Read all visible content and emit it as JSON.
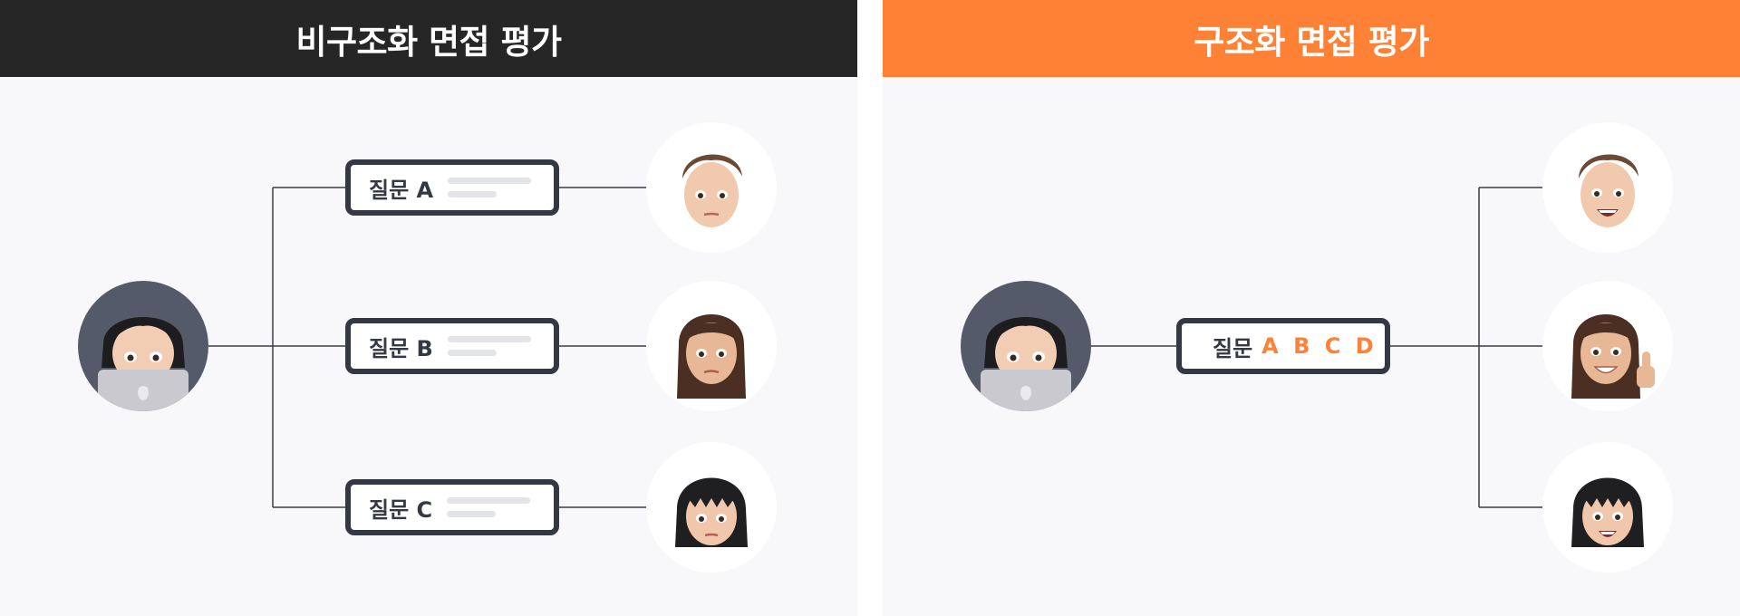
{
  "left_panel": {
    "title": "비구조화 면접 평가",
    "questions": [
      {
        "label": "질문 A"
      },
      {
        "label": "질문 B"
      },
      {
        "label": "질문 C"
      }
    ]
  },
  "right_panel": {
    "title": "구조화 면접 평가",
    "question": {
      "prefix": "질문",
      "letters": "A B C D"
    }
  },
  "colors": {
    "dark_header": "#262626",
    "accent_orange": "#fe8135",
    "box_border": "#343842",
    "panel_bg": "#f8f8fa"
  },
  "icons": [
    "interviewer-avatar-icon",
    "laptop-icon",
    "candidate-avatar-icon"
  ]
}
